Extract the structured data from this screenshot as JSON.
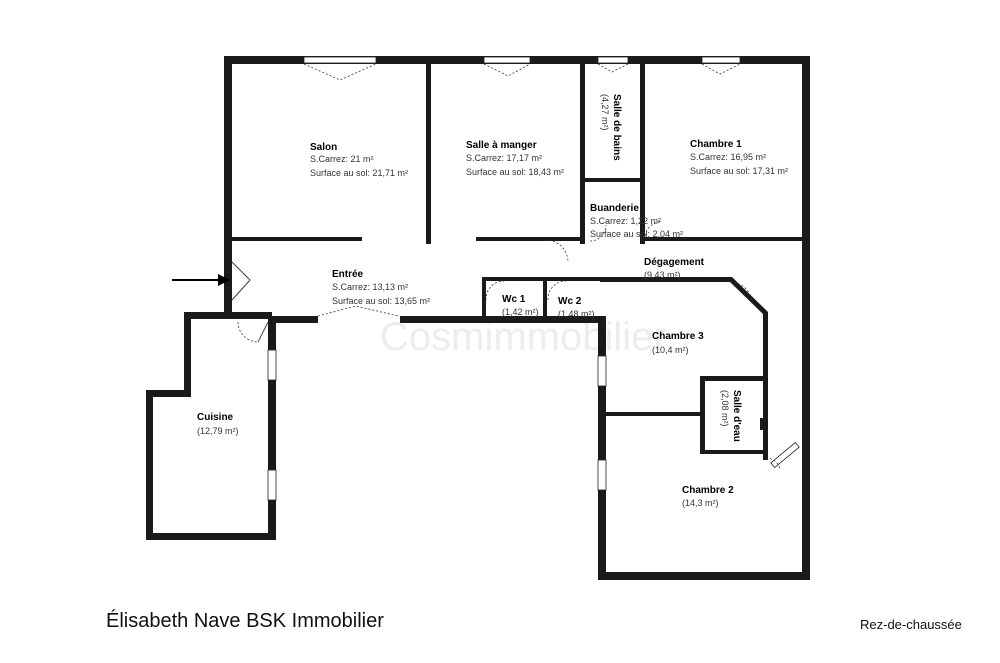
{
  "plan": {
    "rooms": {
      "salon": {
        "name": "Salon",
        "carrez": "S.Carrez: 21 m²",
        "sol": "Surface au sol: 21,71 m²"
      },
      "salle_a_manger": {
        "name": "Salle à manger",
        "carrez": "S.Carrez: 17,17 m²",
        "sol": "Surface au sol: 18,43 m²"
      },
      "salle_de_bains": {
        "name": "Salle de bains",
        "area": "(4,27 m²)"
      },
      "chambre1": {
        "name": "Chambre 1",
        "carrez": "S.Carrez: 16,95 m²",
        "sol": "Surface au sol: 17,31 m²"
      },
      "buanderie": {
        "name": "Buanderie",
        "carrez": "S.Carrez: 1,22 m²",
        "sol": "Surface au sol: 2,04 m²"
      },
      "entree": {
        "name": "Entrée",
        "carrez": "S.Carrez: 13,13 m²",
        "sol": "Surface au sol: 13,65 m²"
      },
      "degagement": {
        "name": "Dégagement",
        "area": "(9,43 m²)"
      },
      "wc1": {
        "name": "Wc 1",
        "area": "(1,42 m²)"
      },
      "wc2": {
        "name": "Wc 2",
        "area": "(1,48 m²)"
      },
      "chambre3": {
        "name": "Chambre 3",
        "area": "(10,4 m²)"
      },
      "salle_d_eau": {
        "name": "Salle d'eau",
        "area": "(2,08 m²)"
      },
      "cuisine": {
        "name": "Cuisine",
        "area": "(12,79 m²)"
      },
      "chambre2": {
        "name": "Chambre 2",
        "area": "(14,3 m²)"
      }
    },
    "watermark": "Cosmimmobilier"
  },
  "footer": {
    "agency": "Élisabeth Nave BSK Immobilier",
    "level": "Rez-de-chaussée"
  }
}
